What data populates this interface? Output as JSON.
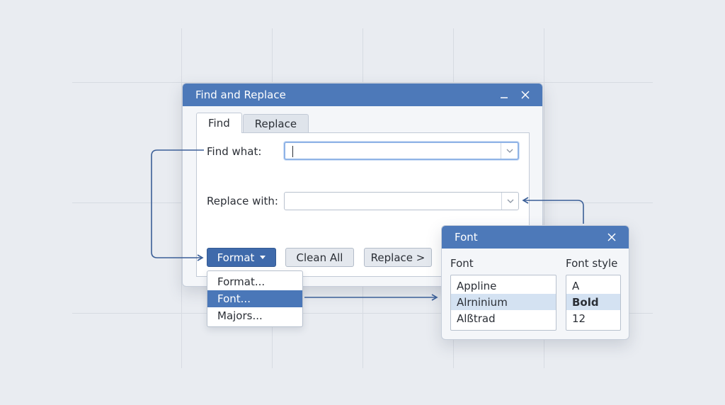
{
  "find_replace": {
    "title": "Find and Replace",
    "tabs": [
      "Find",
      "Replace"
    ],
    "find_label": "Find what:",
    "find_value": "",
    "replace_label": "Replace with:",
    "replace_value": "",
    "buttons": {
      "format": "Format",
      "clean_all": "Clean All",
      "replace": "Replace >"
    }
  },
  "format_menu": {
    "items": [
      "Format...",
      "Font...",
      "Majors..."
    ],
    "selected": "Font..."
  },
  "font_dialog": {
    "title": "Font",
    "font_label": "Font",
    "style_label": "Font style",
    "fonts": [
      "Appline",
      "Alrninium",
      "Alßtrad"
    ],
    "selected_font": "Alrninium",
    "styles": [
      "A",
      "Bold",
      "12"
    ],
    "selected_style": "Bold"
  },
  "colors": {
    "accent": "#4d79b9",
    "selection": "#4a77b8",
    "connector": "#3b5f97"
  }
}
